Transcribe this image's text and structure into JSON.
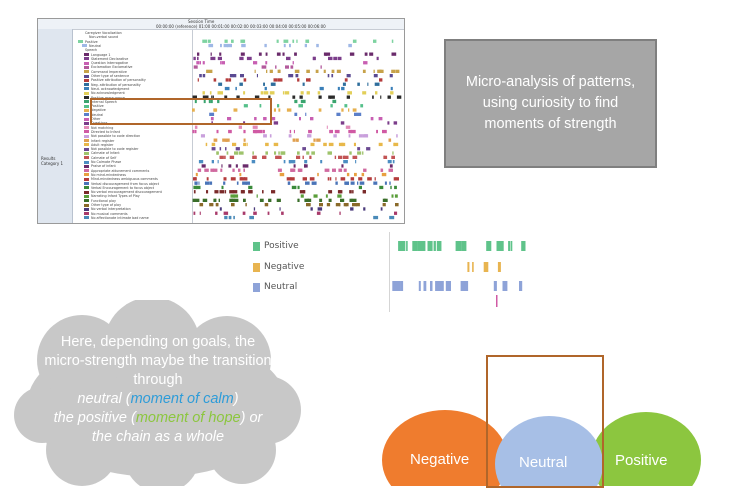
{
  "screenshot": {
    "header_line1": "Session Time",
    "header_line2": "00:00:00 (reference) 01:00 00:01:00 00:02:00 00:03:00 00:04:00 00:05:00 00:06:00",
    "sidebar_category": "Results Category 1",
    "tree_rows": [
      {
        "label": "Caregiver Vocalization",
        "color": "#ffffff"
      },
      {
        "label": "Non-verbal sound",
        "color": "#ffffff"
      },
      {
        "label": "Positive",
        "color": "#7ed3a1"
      },
      {
        "label": "Neutral",
        "color": "#9fb8e6"
      },
      {
        "label": "Speech",
        "color": "#ffffff"
      },
      {
        "label": "Language 1",
        "color": "#6a2b6b"
      },
      {
        "label": "Statement Declarative",
        "color": "#7b3d8a"
      },
      {
        "label": "Question Interrogative",
        "color": "#c85fb2"
      },
      {
        "label": "Exclamation Exclamative",
        "color": "#b35a9c"
      },
      {
        "label": "Command Imperative",
        "color": "#c7a24a"
      },
      {
        "label": "Other type of sentence",
        "color": "#5a4a92"
      },
      {
        "label": "Positive attribution of personality",
        "color": "#b43c3c"
      },
      {
        "label": "Neg. attribution of personality",
        "color": "#2f6e9c"
      },
      {
        "label": "Neut. acknowledgment",
        "color": "#3a7fb8"
      },
      {
        "label": "No acknowledgment",
        "color": "#e2cf58"
      },
      {
        "label": "Positive reassurance",
        "color": "#2a2a2a"
      },
      {
        "label": "Internal Speech",
        "color": "#3aa46e"
      },
      {
        "label": "Positive",
        "color": "#56c08a"
      },
      {
        "label": "Negative",
        "color": "#e6b04f"
      },
      {
        "label": "Neutral",
        "color": "#5b7fc9"
      },
      {
        "label": "Other",
        "color": "#c85fb2"
      },
      {
        "label": "Questions",
        "color": "#7b3d8a"
      },
      {
        "label": "Not matching",
        "color": "#e28ab8"
      },
      {
        "label": "Directed to Infant",
        "color": "#d05aa4"
      },
      {
        "label": "Not possible to code direction",
        "color": "#c9a0dc"
      },
      {
        "label": "Infant register",
        "color": "#e0a050"
      },
      {
        "label": "Adult register",
        "color": "#e8b84a"
      },
      {
        "label": "Not possible to code register",
        "color": "#6b4a92"
      },
      {
        "label": "Calmate of Infant",
        "color": "#9ec36b"
      },
      {
        "label": "Calmate of Self",
        "color": "#c25454"
      },
      {
        "label": "No Calmate Phase",
        "color": "#4c8dc2"
      },
      {
        "label": "Praise of infant",
        "color": "#6a2b6b"
      },
      {
        "label": "Appropriate attunement comments",
        "color": "#d06aa0"
      },
      {
        "label": "No mind-mindedness",
        "color": "#e8a040"
      },
      {
        "label": "Mind-mindedness ambiguous comments",
        "color": "#b43c3c"
      },
      {
        "label": "Verbal discouragement from focus object",
        "color": "#4a74b8"
      },
      {
        "label": "Verbal Encouragement to focus object",
        "color": "#3a8a3a"
      },
      {
        "label": "No verbal encouragement discouragement",
        "color": "#7a2a2a"
      },
      {
        "label": "Narrating Infant Types of Play",
        "color": "#5a9e3a"
      },
      {
        "label": "Functional play",
        "color": "#3a6e2a"
      },
      {
        "label": "Other type of play",
        "color": "#8a6a2a"
      },
      {
        "label": "No verbal interpretation",
        "color": "#4a3a7a"
      },
      {
        "label": "No musical comments",
        "color": "#a83a6a"
      },
      {
        "label": "No affectionate intimate bad name",
        "color": "#4a8ab8"
      }
    ]
  },
  "callout": {
    "text": "Micro-analysis of patterns, using curiosity to find  moments of strength",
    "bg_color": "#a6a6a6"
  },
  "legend": {
    "positive": {
      "label": "Positive",
      "color": "#5fc38a"
    },
    "negative": {
      "label": "Negative",
      "color": "#e8b450"
    },
    "neutral": {
      "label": "Neutral",
      "color": "#8ea3d8"
    }
  },
  "cloud": {
    "line1": "Here, depending on goals, the micro-strength maybe the transition through",
    "neutral_word": "neutral",
    "paren_open": " (",
    "calm_text": "moment of calm",
    "paren_close": ")",
    "positive_phrase": "the positive (",
    "hope_text": "moment of hope",
    "rest_text": ") or the chain as a whole",
    "fill_color": "#c8c8c8"
  },
  "circles": {
    "negative": {
      "label": "Negative",
      "color": "#ef7c2e"
    },
    "neutral": {
      "label": "Neutral",
      "color": "#a7bfe6"
    },
    "positive": {
      "label": "Positive",
      "color": "#8cc63f"
    }
  }
}
